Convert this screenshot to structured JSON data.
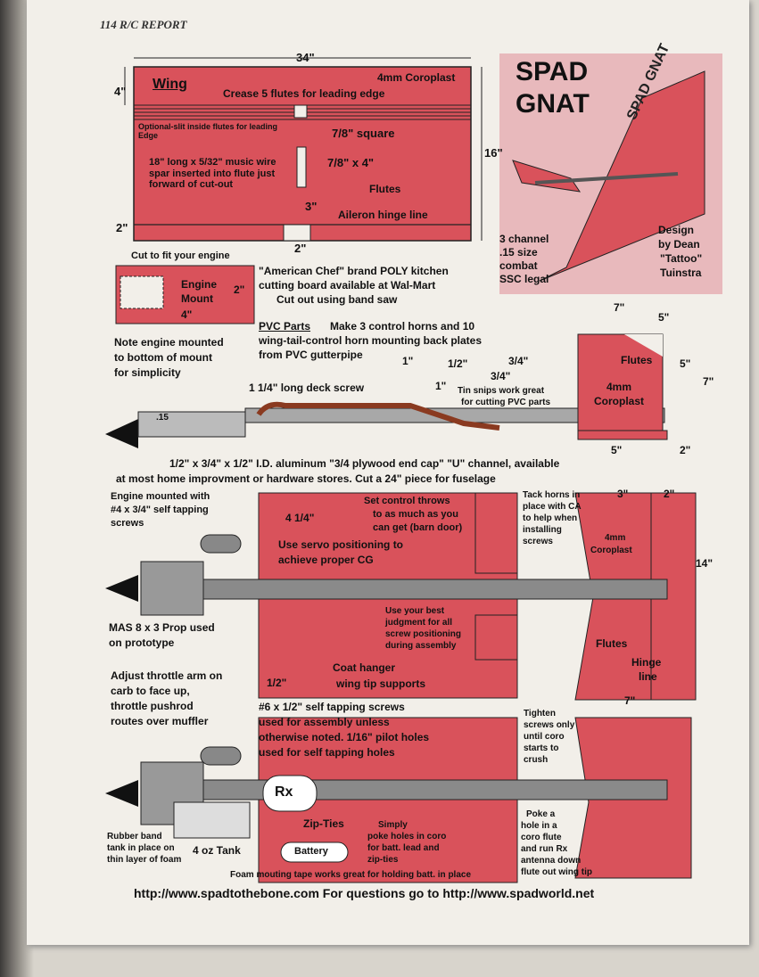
{
  "header": "114 R/C REPORT",
  "wing": {
    "span": "34\"",
    "chord": "16\"",
    "title": "Wing",
    "material": "4mm Coroplast",
    "crease": "Crease 5 flutes for leading edge",
    "optional_slit": "Optional-slit inside flutes for leading Edge",
    "square": "7/8\" square",
    "spar_note": "18\" long x 5/32\" music wire spar inserted into flute just forward of cut-out",
    "slot": "7/8\" x 4\"",
    "flutes": "Flutes",
    "aileron": "Aileron hinge line",
    "dim_4": "4\"",
    "dim_3": "3\"",
    "dim_2_left": "2\"",
    "dim_2_bottom": "2\""
  },
  "title_box": {
    "title1": "SPAD",
    "title2": "GNAT",
    "spec1": "3 channel",
    "spec2": ".15 size",
    "spec3": "combat",
    "spec4": "SSC legal",
    "design1": "Design",
    "design2": "by Dean",
    "design3": "\"Tattoo\"",
    "design4": "Tuinstra",
    "tail_lettering": "SPAD GNAT"
  },
  "engine_mount": {
    "cut_note": "Cut to fit your engine",
    "label1": "Engine",
    "label2": "Mount",
    "dim_w": "4\"",
    "dim_h": "2\"",
    "chef": "\"American Chef\" brand POLY kitchen",
    "board": "cutting board available at Wal-Mart",
    "cutout": "Cut out using band saw"
  },
  "pvc": {
    "title": "PVC Parts",
    "line1": "Make 3 control horns and 10",
    "line2": "wing-tail-control horn mounting back plates",
    "line3": "from PVC gutterpipe",
    "d1": "1\"",
    "d2": "1/2\"",
    "d3": "1\"",
    "d4": "3/4\"",
    "d5": "3/4\"",
    "tin": "Tin snips work great",
    "tin2": "for cutting PVC parts"
  },
  "side_view": {
    "note1": "Note engine mounted",
    "note2": "to bottom of mount",
    "note3": "for simplicity",
    "deck_screw": "1 1/4\" long deck screw",
    "engine_size": ".15",
    "channel1": "1/2\" x 3/4\" x 1/2\" I.D. aluminum \"3/4 plywood end cap\" \"U\" channel, available",
    "channel2": "at most home improvment or hardware stores. Cut a 24\" piece for fuselage"
  },
  "tail_side": {
    "w_top": "7\"",
    "w_5": "5\"",
    "flutes": "Flutes",
    "material1": "4mm",
    "material2": "Coroplast",
    "h_5": "5\"",
    "h_7": "7\"",
    "b5": "5\"",
    "b2": "2\""
  },
  "top_view": {
    "engine_mount1": "Engine mounted with",
    "engine_mount2": "#4 x 3/4\" self tapping",
    "engine_mount3": "screws",
    "dim_414": "4 1/4\"",
    "throws1": "Set control throws",
    "throws2": "to as much as you",
    "throws3": "can get (barn door)",
    "servo1": "Use servo positioning to",
    "servo2": "achieve proper CG",
    "tack1": "Tack horns in",
    "tack2": "place with CA",
    "tack3": "to help when",
    "tack4": "installing",
    "tack5": "screws",
    "stab3": "3\"",
    "stab2": "2\"",
    "stab_mat1": "4mm",
    "stab_mat2": "Coroplast",
    "stab14": "14\"",
    "stab_flutes": "Flutes",
    "hinge1": "Hinge",
    "hinge2": "line",
    "stab7": "7\"",
    "prop1": "MAS 8 x 3 Prop used",
    "prop2": "on prototype",
    "judge1": "Use your best",
    "judge2": "judgment for all",
    "judge3": "screw positioning",
    "judge4": "during assembly",
    "coat1": "Coat hanger",
    "coat2": "wing tip supports",
    "half": "1/2\"",
    "throttle1": "Adjust throttle arm on",
    "throttle2": "carb to face up,",
    "throttle3": "throttle pushrod",
    "throttle4": "routes over muffler"
  },
  "bottom_view": {
    "screws1": "#6 x 1/2\" self tapping screws",
    "screws2": "used for assembly unless",
    "screws3": "otherwise noted. 1/16\" pilot holes",
    "screws4": "used for self tapping holes",
    "tighten1": "Tighten",
    "tighten2": "screws only",
    "tighten3": "until coro",
    "tighten4": "starts to",
    "tighten5": "crush",
    "rx": "Rx",
    "zip": "Zip-Ties",
    "poke1": "Simply",
    "poke2": "poke holes in coro",
    "poke3": "for batt. lead and",
    "poke4": "zip-ties",
    "battery": "Battery",
    "rubber1": "Rubber band",
    "rubber2": "tank in place on",
    "rubber3": "thin layer of foam",
    "tank": "4 oz Tank",
    "foam": "Foam mouting tape works great for holding batt. in place",
    "antenna1": "Poke a",
    "antenna2": "hole in a",
    "antenna3": "coro flute",
    "antenna4": "and run Rx",
    "antenna5": "antenna down",
    "antenna6": "flute out wing tip"
  },
  "footer": "http://www.spadtothebone.com   For questions go to http://www.spadworld.net",
  "colors": {
    "coroplast": "#d9525b",
    "paper": "#f2efe9",
    "metal": "#8a8a8a"
  }
}
